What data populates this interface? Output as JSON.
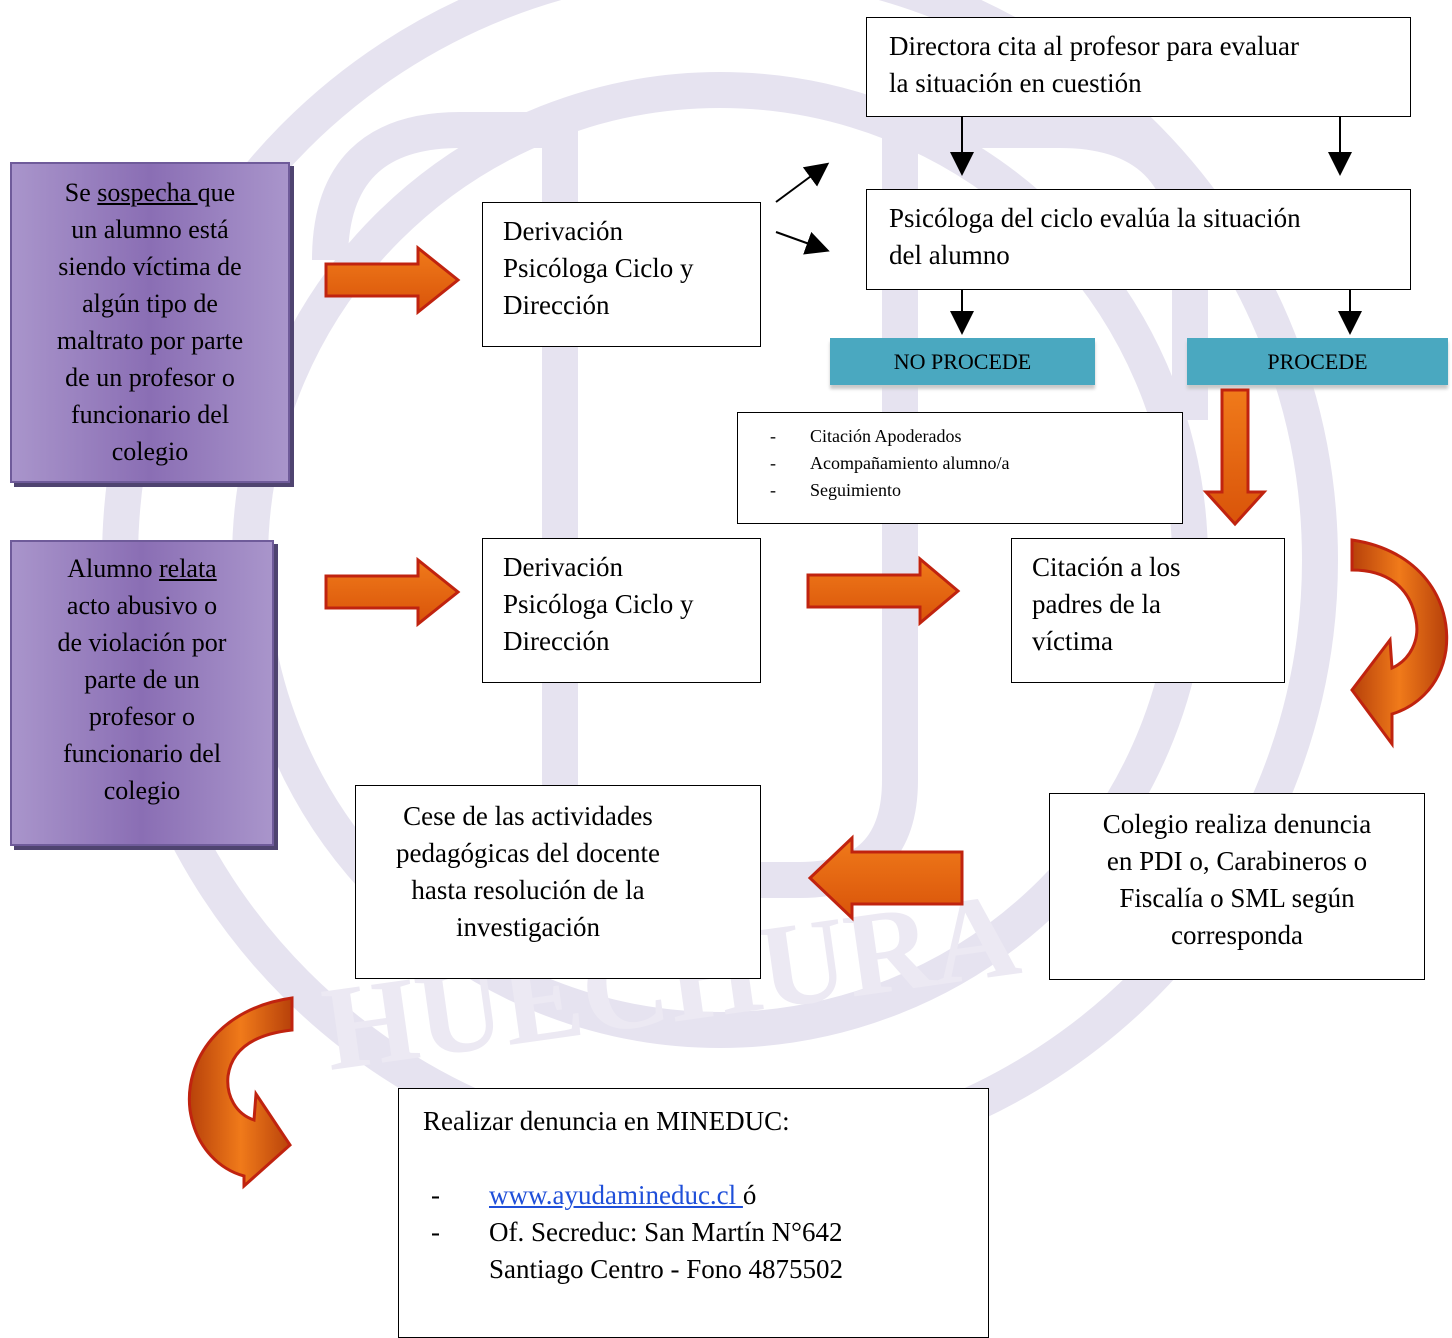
{
  "suspicion": {
    "pre": "Se ",
    "underlined": "sospecha ",
    "post": "que",
    "lines": [
      "un alumno está",
      "siendo víctima de",
      "algún tipo de",
      "maltrato por parte",
      "de un profesor o",
      "funcionario del",
      "colegio"
    ]
  },
  "report": {
    "pre": "Alumno ",
    "underlined": "relata",
    "lines": [
      "acto abusivo o",
      "de violación por",
      "parte de un",
      "profesor o",
      "funcionario del",
      "colegio"
    ]
  },
  "referral_top": {
    "lines": [
      "Derivación",
      "Psicóloga Ciclo y",
      "Dirección"
    ]
  },
  "referral_bottom": {
    "lines": [
      "Derivación",
      "Psicóloga Ciclo y",
      "Dirección"
    ]
  },
  "director_box": {
    "lines": [
      "Directora cita al profesor para evaluar",
      "la  situación en cuestión"
    ]
  },
  "psychologist_box": {
    "lines": [
      "Psicóloga del ciclo evalúa la situación",
      "del alumno"
    ]
  },
  "no_procede": "NO PROCEDE",
  "procede": "PROCEDE",
  "followup": {
    "items": [
      "Citación Apoderados",
      "Acompañamiento alumno/a",
      "Seguimiento"
    ]
  },
  "parents_box": {
    "lines": [
      "Citación a los",
      "padres de la",
      "víctima"
    ]
  },
  "complaint_box": {
    "lines": [
      "Colegio realiza denuncia",
      "en PDI o, Carabineros o",
      "Fiscalía o SML según",
      "corresponda"
    ]
  },
  "cessation_box": {
    "lines": [
      "Cese de las actividades",
      "pedagógicas del docente",
      "hasta resolución de la",
      "investigación"
    ]
  },
  "mineduc_box": {
    "title": "Realizar denuncia en MINEDUC:",
    "link_text": "www.ayudamineduc.cl ",
    "link_suffix": "ó",
    "office_line1": "Of. Secreduc: San Martín N°642",
    "office_line2": "Santiago Centro - Fono 4875502"
  },
  "bullet": "-",
  "colors": {
    "purple": "#8a6eb4",
    "arrow_orange": "#e8660c",
    "arrow_red": "#c0230f",
    "teal": "#4aa8c0",
    "link": "#1f4fd9"
  }
}
